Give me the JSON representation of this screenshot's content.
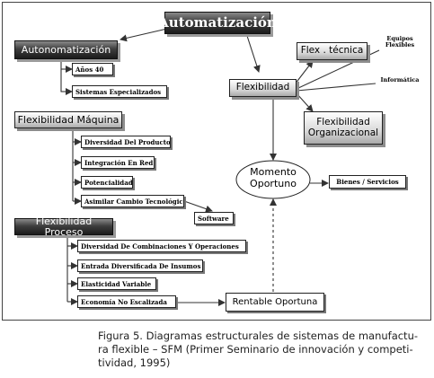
{
  "diagram": {
    "root": "Automatización",
    "autonomatizacion": {
      "label": "Autonomatización",
      "items": [
        "Años 40",
        "Sistemas Especializados"
      ]
    },
    "flexibilidad_maquina": {
      "label": "Flexibilidad Máquina",
      "items": [
        "Diversidad Del Producto",
        "Integración En Red",
        "Potencialidad",
        "Asimilar Cambio Tecnológico"
      ]
    },
    "software": "Software",
    "flexibilidad_proceso": {
      "label": "Flexibilidad Proceso",
      "items": [
        "Diversidad De Combinaciones Y Operaciones",
        "Entrada Diversificada De Insumos",
        "Elasticidad Variable",
        "Economía No Escalizada"
      ]
    },
    "rentable": "Rentable Oportuna",
    "flexibilidad": "Flexibilidad",
    "flex_tecnica": "Flex . técnica",
    "equipos_flexibles": [
      "Equipos",
      "Flexibles"
    ],
    "informatica": "Informática",
    "flexibilidad_organizacional": [
      "Flexibilidad",
      "Organizacional"
    ],
    "momento_oportuno": [
      "Momento",
      "Oportuno"
    ],
    "bienes_servicios": "Bienes / Servicios"
  },
  "caption": {
    "lines": [
      "Figura 5.  Diagramas estructurales de sistemas de manufactu-",
      "ra flexible – SFM (Primer Seminario de innovación y competi-",
      "tividad, 1995)"
    ]
  },
  "colors": {
    "dark_box": "#2b2b2b",
    "light_box": "#d0d0d0",
    "lines": "#333333"
  }
}
